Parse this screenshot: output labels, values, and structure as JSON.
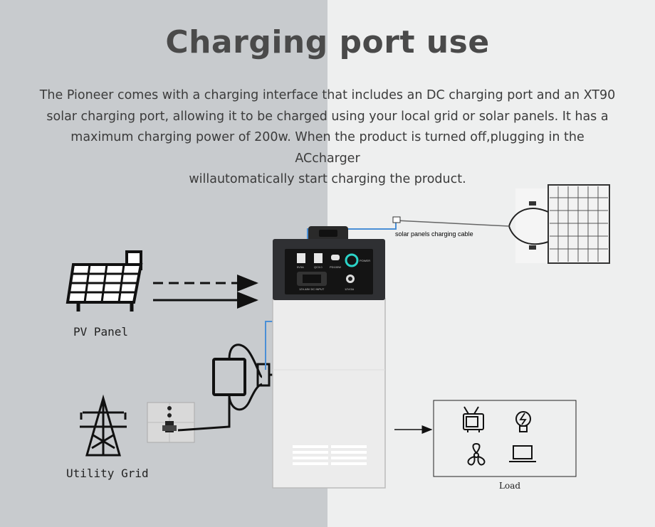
{
  "title": "Charging port use",
  "description_lines": [
    "The Pioneer comes with a charging interface that includes an DC charging port and an XT90",
    "solar charging port, allowing it to be charged using your local grid or solar panels. It has a",
    "maximum charging power of 200w. When the product is turned off,plugging in the ACcharger",
    "willautomatically start charging the product."
  ],
  "labels": {
    "pv_panel": "PV Panel",
    "utility_grid": "Utility Grid",
    "load": "Load",
    "solar_cable": "solar panels charging cable"
  },
  "device_panel": {
    "usb_a_label": "5V3A",
    "usb_a2_label": "QC3.0",
    "usb_c_label": "PD100W",
    "power_label": "POWER",
    "dc_input_label": "12V-48V DC INPUT",
    "dc_out_label": "12V/3A"
  },
  "icons": [
    "solar-panel-icon",
    "utility-tower-icon",
    "tv-icon",
    "bulb-icon",
    "fan-icon",
    "laptop-icon"
  ],
  "colors": {
    "accent_cable": "#4a8fd6",
    "title": "#4a4a4a",
    "power_ring": "#2bd4c8"
  }
}
